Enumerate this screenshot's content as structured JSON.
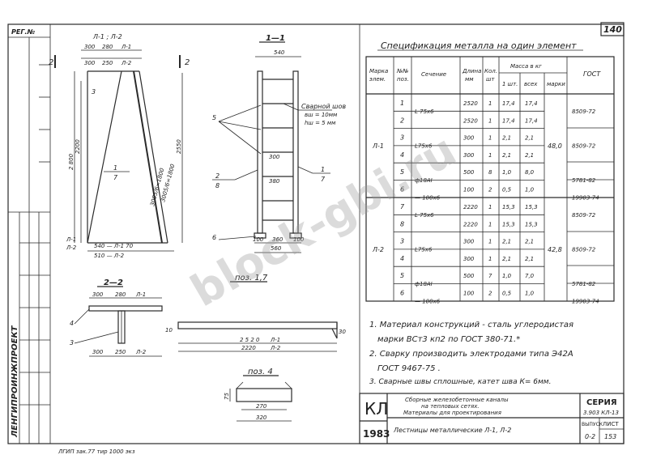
{
  "sheet_number": "140",
  "reg_label": "РЕГ.№",
  "org_name": "ЛЕНГИПРОИНЖПРОЕКТ",
  "watermark": "block-gbi.ru",
  "views": {
    "section_11_label": "Л-1 ; Л-2",
    "section_11_num": "1—1",
    "section_22_label": "2—2",
    "pos17_label": "поз. 1,7",
    "pos4_label": "поз. 4",
    "cut_mark": "2",
    "dims": {
      "top_300": "300",
      "top_280": "280",
      "top_l1": "Л-1",
      "top_300b": "300",
      "top_250": "250",
      "top_l2": "Л-2",
      "h_2800": "2 800",
      "h_2200": "2200",
      "h_2550": "2550",
      "h_steps": "3005/6=1800",
      "h_steps2": "3005/6=1800",
      "w_540": "540",
      "w_300": "300",
      "w_380": "380",
      "b_100": "100",
      "b_360": "360",
      "b_100b": "100",
      "b_560": "560",
      "bot_540": "540 — Л-1 70",
      "bot_510": "510 — Л-2",
      "lbl_l1": "Л-1",
      "lbl_l2": "Л-2",
      "s22_300": "300",
      "s22_280": "280",
      "s22_l1": "Л-1",
      "s22_300b": "300",
      "s22_250": "250",
      "s22_l2": "Л-2",
      "p17_2520": "2 5 2 0",
      "p17_l1": "Л-1",
      "p17_2220": "2220",
      "p17_l2": "Л-2",
      "p17_10": "10",
      "p17_30": "30",
      "p4_75": "75",
      "p4_270": "270",
      "p4_320": "320"
    },
    "weld_note_title": "Сварной шов",
    "weld_note_b": "вш = 10мм",
    "weld_note_h": "hш = 5 мм",
    "callouts": [
      "3",
      "1",
      "7",
      "2",
      "8",
      "5",
      "6",
      "1",
      "7",
      "4",
      "3"
    ]
  },
  "spec": {
    "title": "Спецификация металла на один элемент",
    "headers": {
      "mark": "Марка элем.",
      "pos": "№№ поз.",
      "section": "Сечение",
      "length": "Длина мм",
      "qty": "Кол. шт",
      "mass": "Масса в кг",
      "mass_one": "1 шт.",
      "mass_all": "всех",
      "mass_mark": "марки",
      "gost": "ГОСТ"
    },
    "groups": [
      {
        "mark": "Л-1",
        "total": "48,0",
        "rows": [
          {
            "pos": "1",
            "section": "L 75x6",
            "length": "2520",
            "qty": "1",
            "one": "17,4",
            "all": "17,4",
            "gost": "8509-72"
          },
          {
            "pos": "2",
            "section": "",
            "length": "2520",
            "qty": "1",
            "one": "17,4",
            "all": "17,4",
            "gost": ""
          },
          {
            "pos": "3",
            "section": "L75x6",
            "length": "300",
            "qty": "1",
            "one": "2,1",
            "all": "2,1",
            "gost": "8509-72"
          },
          {
            "pos": "4",
            "section": "",
            "length": "300",
            "qty": "1",
            "one": "2,1",
            "all": "2,1",
            "gost": ""
          },
          {
            "pos": "5",
            "section": "ф18АI",
            "length": "500",
            "qty": "8",
            "one": "1,0",
            "all": "8,0",
            "gost": "5781-82"
          },
          {
            "pos": "6",
            "section": "— 100х6",
            "length": "100",
            "qty": "2",
            "one": "0,5",
            "all": "1,0",
            "gost": "19903-74"
          }
        ]
      },
      {
        "mark": "Л-2",
        "total": "42,8",
        "rows": [
          {
            "pos": "7",
            "section": "L 75x6",
            "length": "2220",
            "qty": "1",
            "one": "15,3",
            "all": "15,3",
            "gost": "8509-72"
          },
          {
            "pos": "8",
            "section": "",
            "length": "2220",
            "qty": "1",
            "one": "15,3",
            "all": "15,3",
            "gost": ""
          },
          {
            "pos": "3",
            "section": "L75x6",
            "length": "300",
            "qty": "1",
            "one": "2,1",
            "all": "2,1",
            "gost": "8509-72"
          },
          {
            "pos": "4",
            "section": "",
            "length": "300",
            "qty": "1",
            "one": "2,1",
            "all": "2,1",
            "gost": ""
          },
          {
            "pos": "5",
            "section": "ф18АI",
            "length": "500",
            "qty": "7",
            "one": "1,0",
            "all": "7,0",
            "gost": "5781-82"
          },
          {
            "pos": "6",
            "section": "— 100х6",
            "length": "100",
            "qty": "2",
            "one": "0,5",
            "all": "1,0",
            "gost": "19903-74"
          }
        ]
      }
    ]
  },
  "notes": [
    "1. Материал конструкций - сталь углеродистая",
    "марки ВСт3 кп2 по ГОСТ 380-71.*",
    "2. Сварку производить электродами типа Э42А",
    "ГОСТ 9467-75 .",
    "3. Сварные швы сплошные, катет шва К= 6мм."
  ],
  "title_block": {
    "kl": "КЛ",
    "year": "1983",
    "desc_line1": "Сборные железобетонные каналы",
    "desc_line2": "на тепловых сетях.",
    "desc_line3": "Материалы для проектирования",
    "drawing_name": "Лестницы металлические Л-1, Л-2",
    "series_label": "СЕРИЯ",
    "series_value": "3.903 КЛ-13",
    "issue_label": "ВЫПУСК",
    "issue_value": "0-2",
    "sheet_label": "ЛИСТ",
    "sheet_value": "153"
  },
  "footer": "ЛГИП зак.77 тир 1000 экз"
}
